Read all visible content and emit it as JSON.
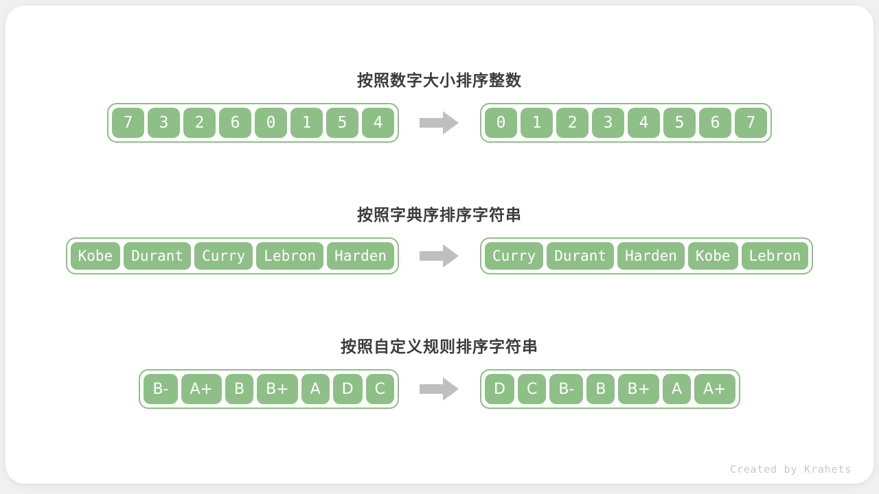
{
  "watermark": "Created by Krahets",
  "colors": {
    "green": "#8EBF87",
    "arrow": "#BFBFBF",
    "title": "#3C3C3C",
    "page-bg": "#F0F0F0",
    "card-bg": "#FFFFFF",
    "cell-text": "#FFFFFF",
    "watermark-color": "#C9C9C9"
  },
  "sections": [
    {
      "title": "按照数字大小排序整数",
      "before": [
        "7",
        "3",
        "2",
        "6",
        "0",
        "1",
        "5",
        "4"
      ],
      "after": [
        "0",
        "1",
        "2",
        "3",
        "4",
        "5",
        "6",
        "7"
      ]
    },
    {
      "title": "按照字典序排序字符串",
      "before": [
        "Kobe",
        "Durant",
        "Curry",
        "Lebron",
        "Harden"
      ],
      "after": [
        "Curry",
        "Durant",
        "Harden",
        "Kobe",
        "Lebron"
      ]
    },
    {
      "title": "按照自定义规则排序字符串",
      "before": [
        "B-",
        "A+",
        "B",
        "B+",
        "A",
        "D",
        "C"
      ],
      "after": [
        "D",
        "C",
        "B-",
        "B",
        "B+",
        "A",
        "A+"
      ]
    }
  ]
}
